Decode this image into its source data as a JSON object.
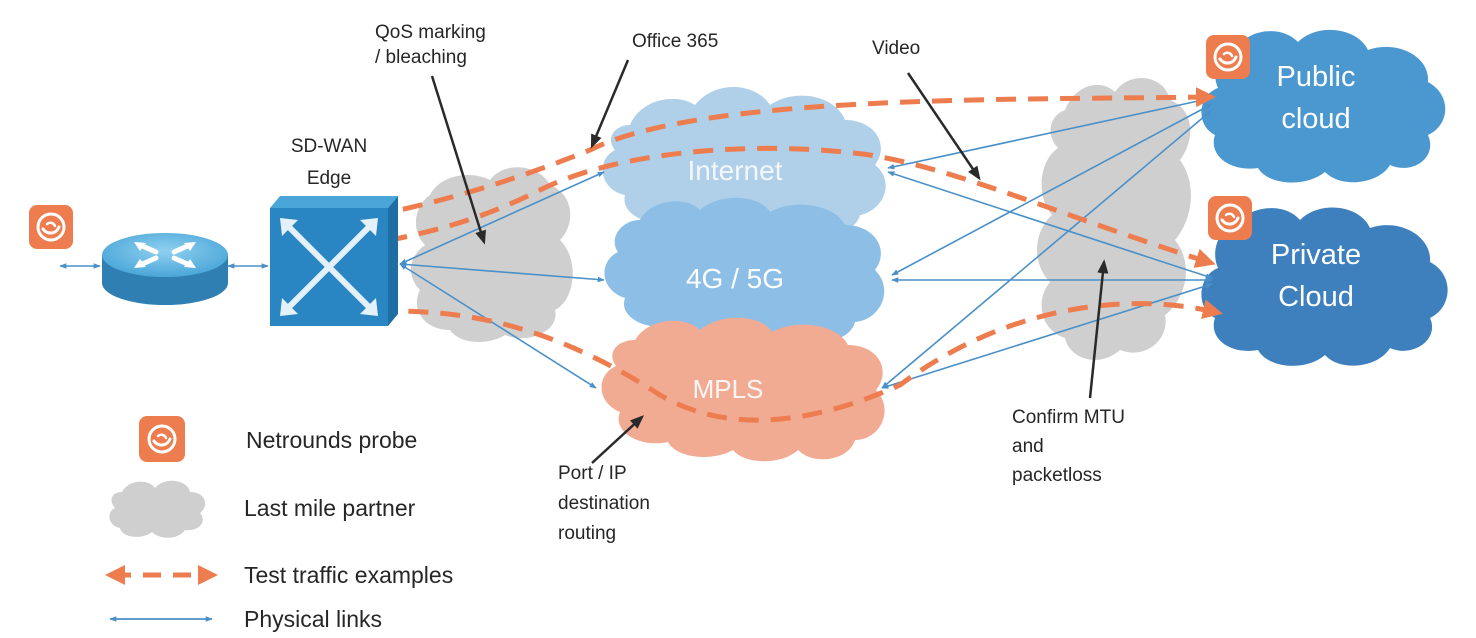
{
  "colors": {
    "physical_link": "#4a90c8",
    "test_traffic": "#ed7d4f",
    "internet_cloud": "#b0cfe8",
    "lte_cloud": "#8dbfe6",
    "mpls_cloud": "#f2ab93",
    "public_cloud": "#4b98d1",
    "private_cloud": "#3e80bd",
    "last_mile_cloud": "#cfcfcf",
    "probe": "#ed7d4f",
    "annotation_text": "#262626"
  },
  "nodes": {
    "edge_label_1": "SD-WAN",
    "edge_label_2": "Edge",
    "internet": "Internet",
    "lte": "4G / 5G",
    "mpls": "MPLS",
    "public_cloud_1": "Public",
    "public_cloud_2": "cloud",
    "private_cloud_1": "Private",
    "private_cloud_2": "Cloud"
  },
  "annotations": {
    "qos_1": "QoS marking",
    "qos_2": "/ bleaching",
    "office365": "Office 365",
    "video": "Video",
    "port_1": "Port / IP",
    "port_2": "destination",
    "port_3": "routing",
    "mtu_1": "Confirm MTU",
    "mtu_2": "and",
    "mtu_3": "packetloss"
  },
  "legend": {
    "probe": "Netrounds probe",
    "last_mile": "Last mile partner",
    "test_traffic": "Test traffic examples",
    "physical": "Physical links"
  },
  "icons": {
    "probe": "netrounds-probe-icon",
    "router": "router-icon",
    "switch": "sd-wan-switch-icon"
  }
}
